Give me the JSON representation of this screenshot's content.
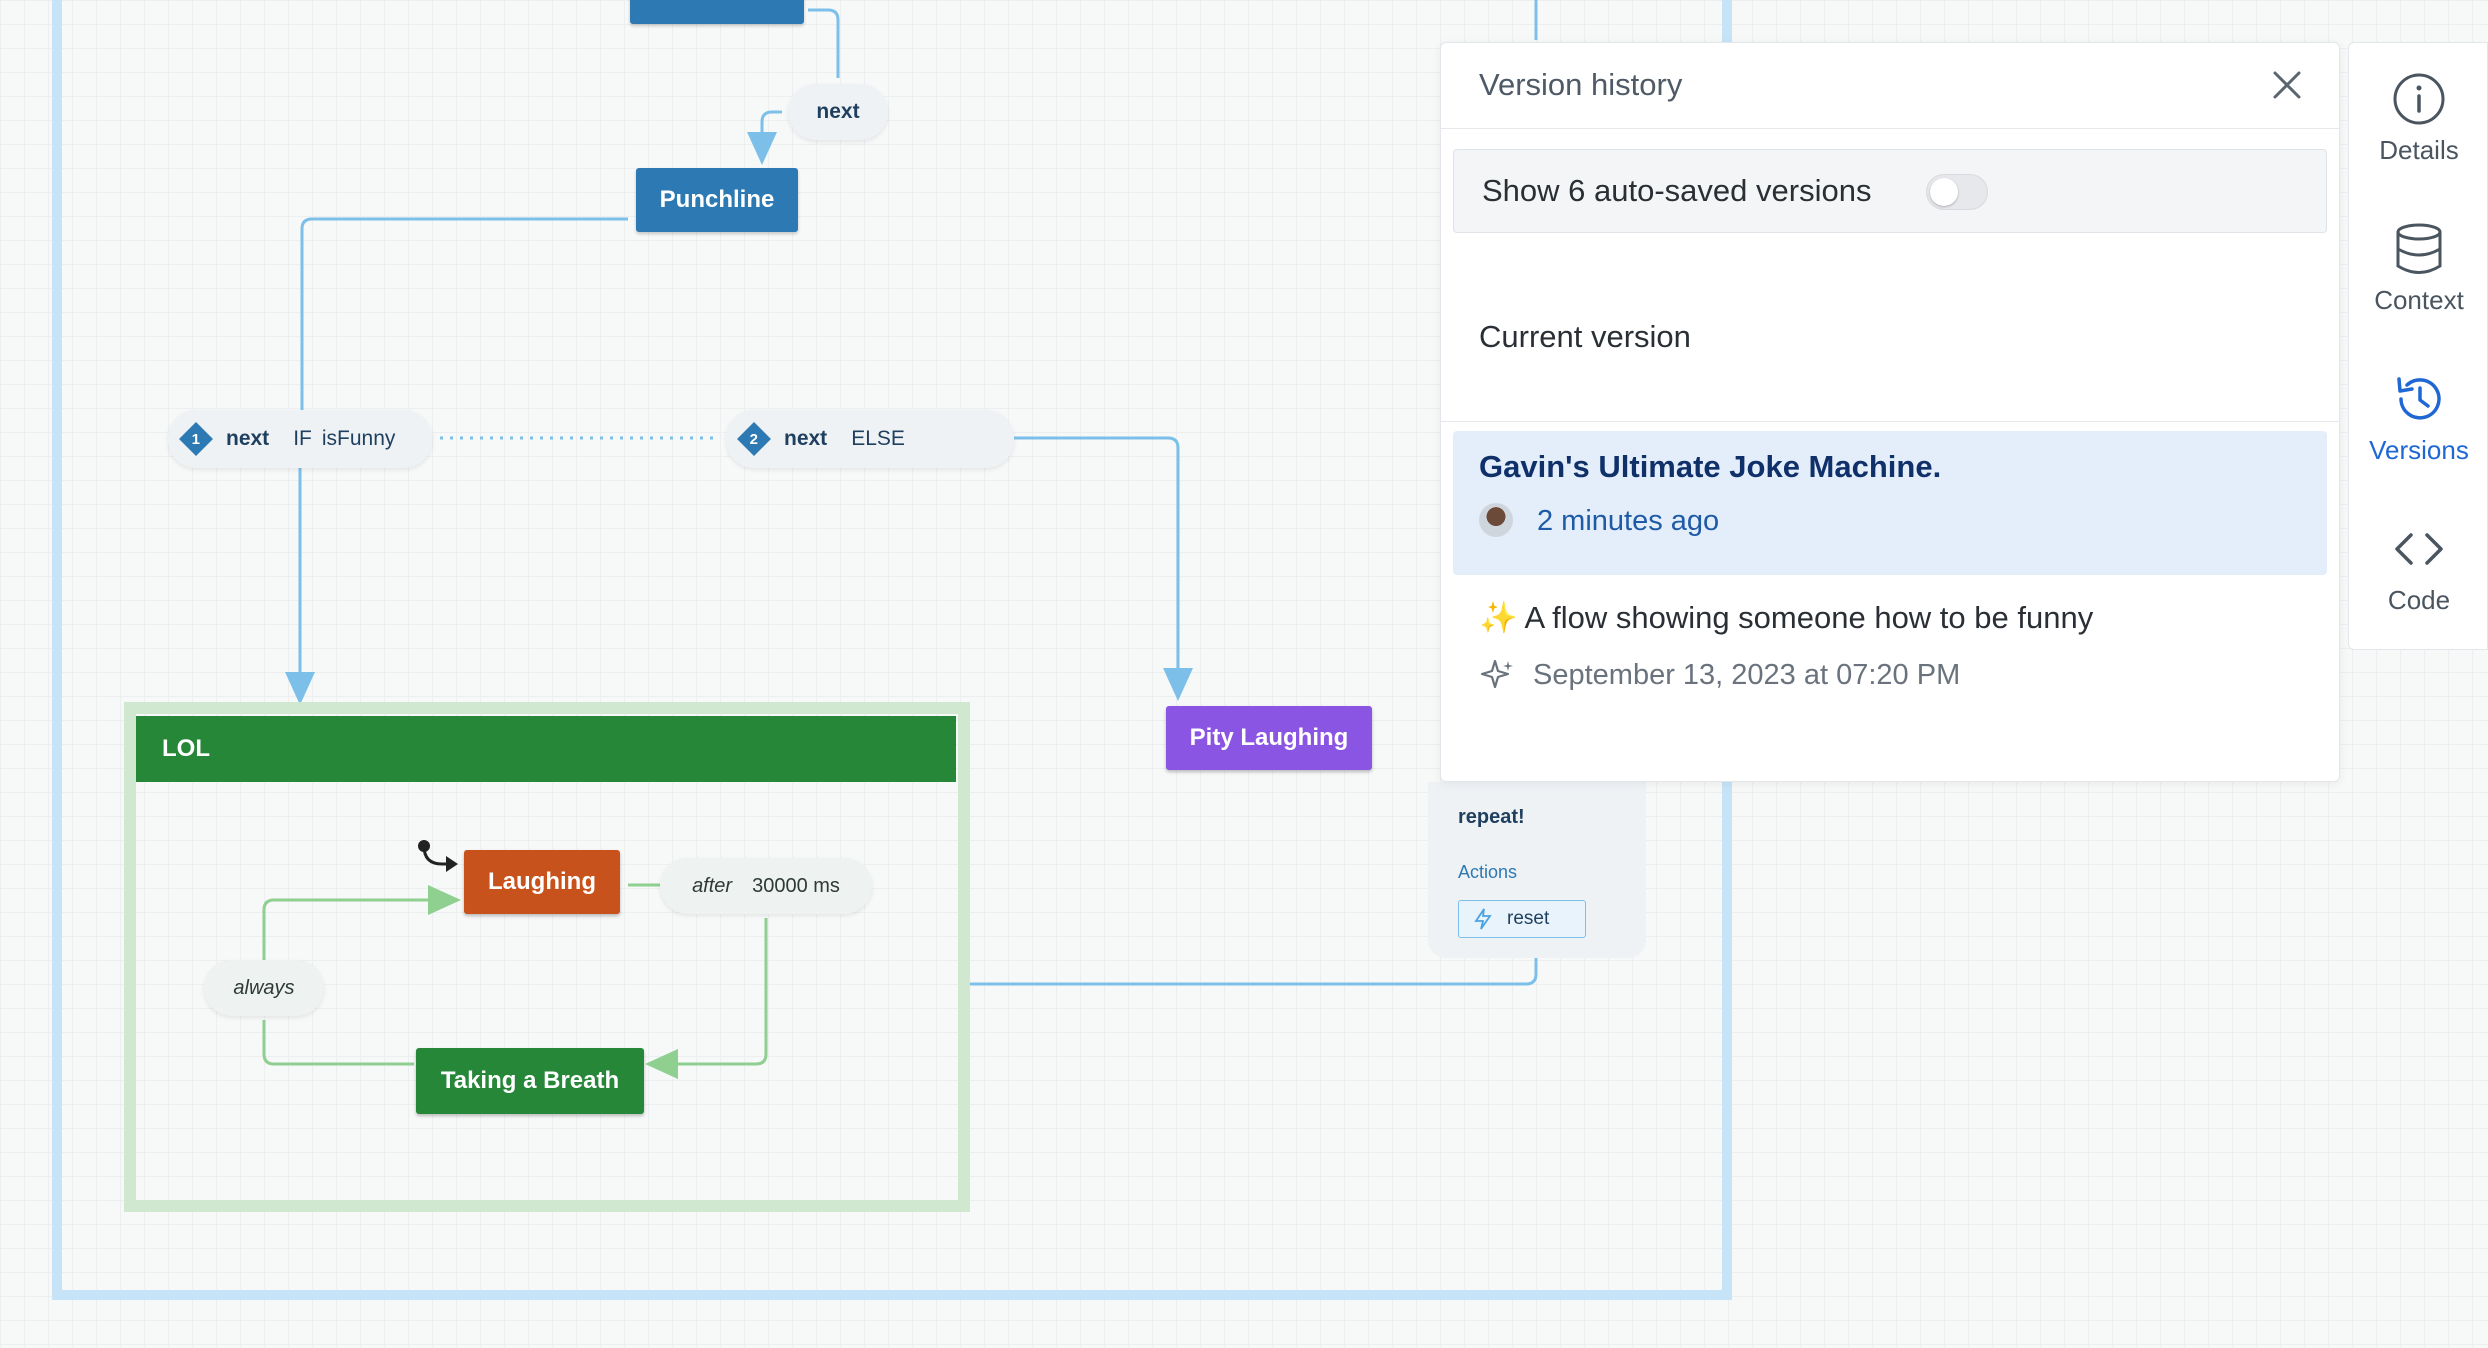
{
  "canvas": {
    "transitions": {
      "top_next": "next",
      "branch1": {
        "num": "1",
        "event": "next",
        "cond_kw": "IF",
        "cond": "isFunny"
      },
      "branch2": {
        "num": "2",
        "event": "next",
        "cond_kw": "ELSE"
      },
      "after": {
        "kw": "after",
        "value": "30000 ms"
      },
      "always": "always"
    },
    "states": {
      "punchline": "Punchline",
      "pity": "Pity Laughing",
      "lol": "LOL",
      "laughing": "Laughing",
      "breath": "Taking a Breath"
    },
    "repeat_node": {
      "event": "repeat!",
      "actions_label": "Actions",
      "action": "reset"
    },
    "colors": {
      "blue_node": "#2d79b3",
      "purple_node": "#8b55e3",
      "orange_node": "#c8521c",
      "green_node": "#268739",
      "edge_blue": "#7cc0ea",
      "edge_green": "#8fcf8f"
    }
  },
  "version_panel": {
    "title": "Version history",
    "close_icon": "close-icon",
    "autosave_label": "Show 6 auto-saved versions",
    "autosave_toggle": "off",
    "current_label": "Current version",
    "versions": [
      {
        "title": "Gavin's Ultimate Joke Machine.",
        "time": "2 minutes ago"
      },
      {
        "sparkle": "✨",
        "title": "A flow showing someone how to be funny",
        "date": "September 13, 2023 at 07:20 PM"
      }
    ]
  },
  "sidebar": {
    "items": [
      {
        "label": "Details",
        "icon": "info-icon"
      },
      {
        "label": "Context",
        "icon": "database-icon"
      },
      {
        "label": "Versions",
        "icon": "history-icon",
        "active": true
      },
      {
        "label": "Code",
        "icon": "code-icon"
      }
    ]
  }
}
